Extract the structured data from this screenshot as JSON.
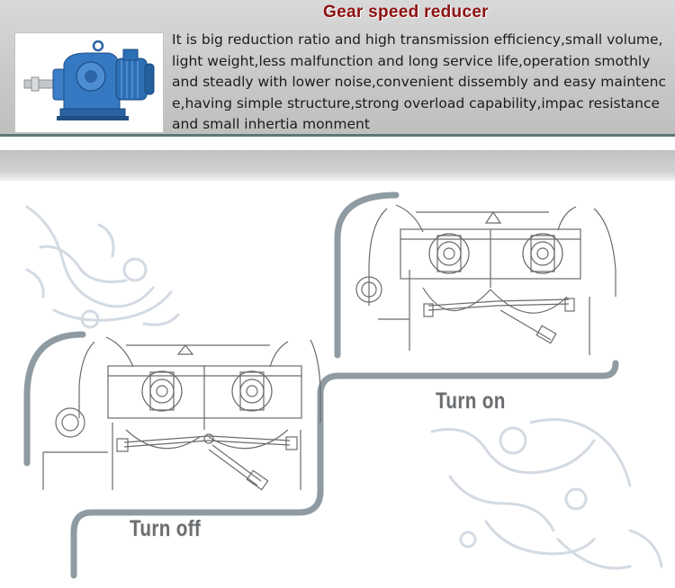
{
  "header": {
    "title": "Gear speed reducer",
    "description": "It is big reduction ratio and high transmission efficiency,small volume,\nlight weight,less malfunction and long service life,operation smothly\nand steadly with lower noise,convenient dissembly and easy maintenc\ne,having simple structure,strong overload capability,impac resistance\nand small inhertia monment"
  },
  "product_photo": {
    "icon": "gear-reducer-motor-icon",
    "colors": {
      "motor": "#2c6fb5",
      "gearbox": "#3a7ec7",
      "shaft": "#b9bcc0",
      "base": "#2a63a3"
    }
  },
  "diagrams": {
    "turn_on": {
      "caption": "Turn on"
    },
    "turn_off": {
      "caption": "Turn off"
    }
  },
  "colors": {
    "title": "#8a1111",
    "header_rule": "#5d7775",
    "connector": "#8f9ba2",
    "caption": "#6b6e71",
    "drawing_line": "#6b6b6b",
    "floral": "#c9d2dc"
  }
}
